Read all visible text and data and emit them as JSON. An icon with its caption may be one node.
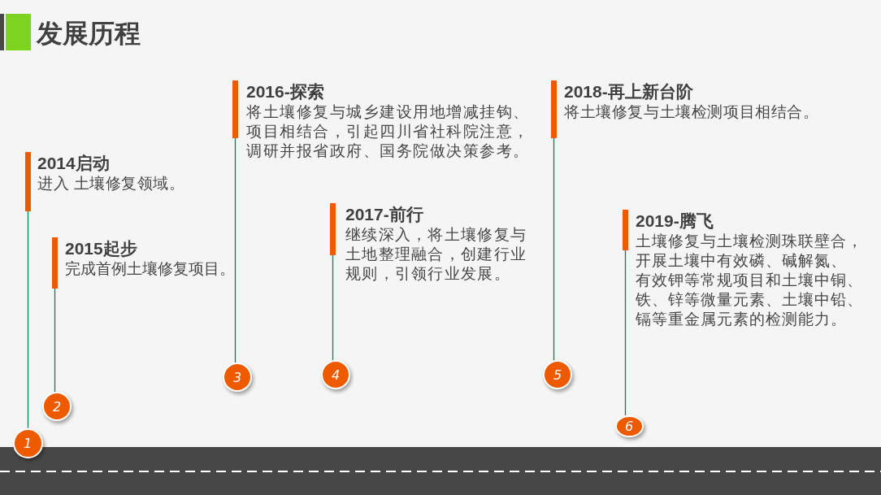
{
  "diagram": {
    "title": "发展历程",
    "nodes": [
      {
        "text": [
          "2014启动",
          "进入 土壤修复领域。"
        ]
      },
      {
        "text": [
          "1"
        ]
      },
      {
        "text": [
          "2015起步",
          "完成首例土壤修复项目。"
        ]
      },
      {
        "text": [
          "2"
        ]
      },
      {
        "text": [
          "2016-探索",
          "将土壤修复与城乡建设用地增减挂钩、项目相结合，引起四川省社科院注意，调研并报省政府、国务院做决策参考。"
        ]
      },
      {
        "text": [
          "3"
        ]
      },
      {
        "text": [
          "2017-前行",
          "继续深入，将土壤修复与土地整理融合，创建行业规则，引领行业发展。"
        ]
      },
      {
        "text": [
          "4"
        ]
      },
      {
        "text": [
          "2018-再上新台阶",
          "将土壤修复与土壤检测项目相结合。"
        ]
      },
      {
        "text": [
          "5"
        ]
      },
      {
        "text": [
          "2019-腾飞",
          "土壤修复与土壤检测珠联壁合，开展土壤中有效磷、碱解氮、有效钾等常规项目和土壤中铜、铁、锌等微量元素、土壤中铅、镉等重金属元素的检测能力。"
        ]
      },
      {
        "text": [
          "6"
        ]
      }
    ],
    "edges": [
      {
        "from": 1,
        "to": 0,
        "arrow": "none"
      },
      {
        "from": 3,
        "to": 2,
        "arrow": "none"
      },
      {
        "from": 5,
        "to": 4,
        "arrow": "none"
      },
      {
        "from": 7,
        "to": 6,
        "arrow": "none"
      },
      {
        "from": 9,
        "to": 8,
        "arrow": "none"
      },
      {
        "from": 11,
        "to": 10,
        "arrow": "none"
      }
    ]
  }
}
